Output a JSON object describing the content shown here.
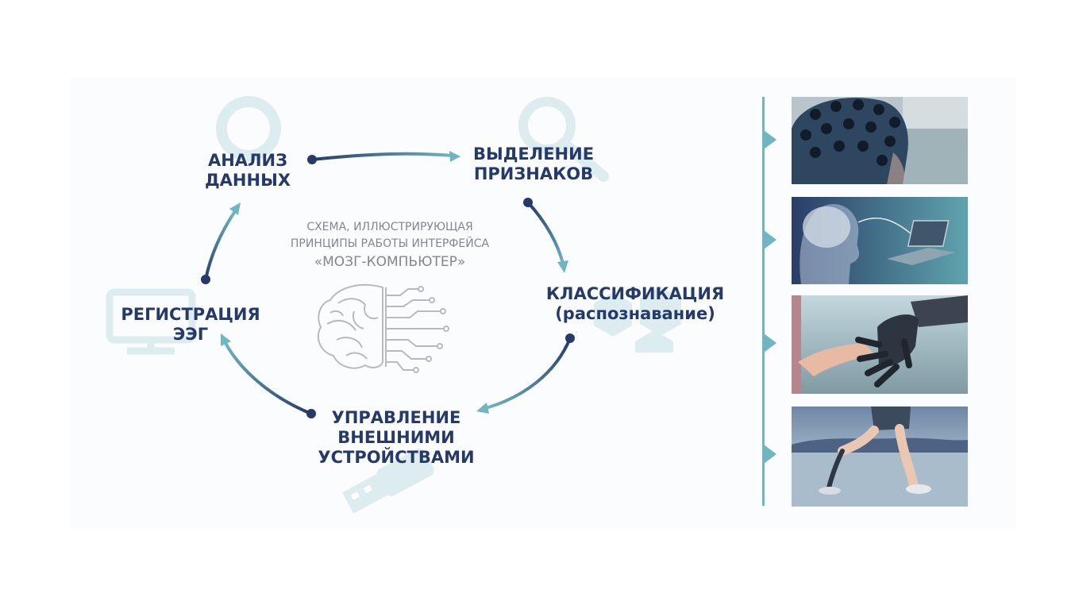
{
  "diagram": {
    "caption": {
      "line1": "СХЕМА, ИЛЛЮСТРИРУЮЩАЯ",
      "line2": "ПРИНЦИПЫ РАБОТЫ ИНТЕРФЕЙСА",
      "line3": "«МОЗГ-КОМПЬЮТЕР»"
    },
    "steps": {
      "analysis": "АНАЛИЗ\nДАННЫХ",
      "features": "ВЫДЕЛЕНИЕ\nПРИЗНАКОВ",
      "classification": "КЛАССИФИКАЦИЯ\n(распознавание)",
      "control": "УПРАВЛЕНИЕ\nВНЕШНИМИ\nУСТРОЙСТВАМИ",
      "registration": "РЕГИСТРАЦИЯ\nЭЭГ"
    },
    "colors": {
      "text": "#263a6a",
      "accent": "#6fb6c1",
      "ghost": "#dcecef",
      "caption": "#7f8890"
    },
    "icons": [
      "magnifier-icon",
      "monitor-icon",
      "hexagon-icon",
      "usb-plug-icon",
      "brain-circuit-icon"
    ]
  },
  "sidebar": {
    "photos": [
      "eeg-cap-photo",
      "brain-laptop-photo",
      "prosthetic-hand-photo",
      "prosthetic-leg-runner-photo"
    ]
  }
}
